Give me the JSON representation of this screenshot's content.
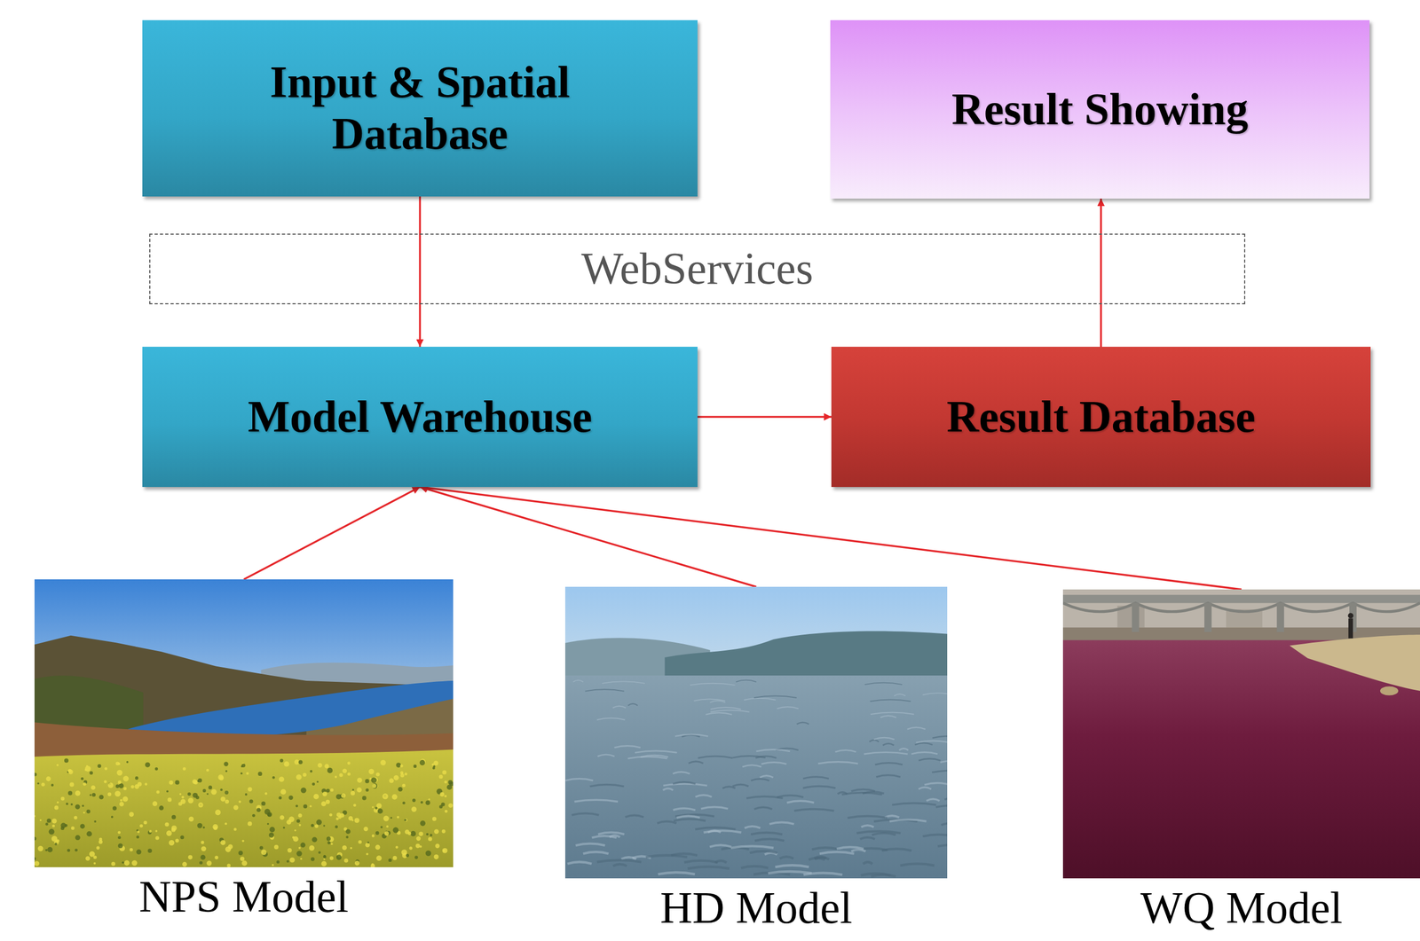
{
  "diagram": {
    "nodes": [
      {
        "text": [
          "Input & Spatial Database"
        ]
      },
      {
        "text": [
          "Result Showing"
        ]
      },
      {
        "text": [
          "WebServices"
        ]
      },
      {
        "text": [
          "Model Warehouse"
        ]
      },
      {
        "text": [
          "Result Database"
        ]
      },
      {
        "text": [
          "NPS Model"
        ]
      },
      {
        "text": [
          "HD Model"
        ]
      },
      {
        "text": [
          "WQ Model"
        ]
      }
    ],
    "edges": [
      {
        "from": 0,
        "to": 3,
        "arrow": "to"
      },
      {
        "from": 3,
        "to": 4,
        "arrow": "to"
      },
      {
        "from": 4,
        "to": 1,
        "arrow": "to"
      },
      {
        "from": 5,
        "to": 3,
        "arrow": "to"
      },
      {
        "from": 6,
        "to": 3,
        "arrow": "to"
      },
      {
        "from": 7,
        "to": 3,
        "arrow": "to"
      }
    ]
  }
}
